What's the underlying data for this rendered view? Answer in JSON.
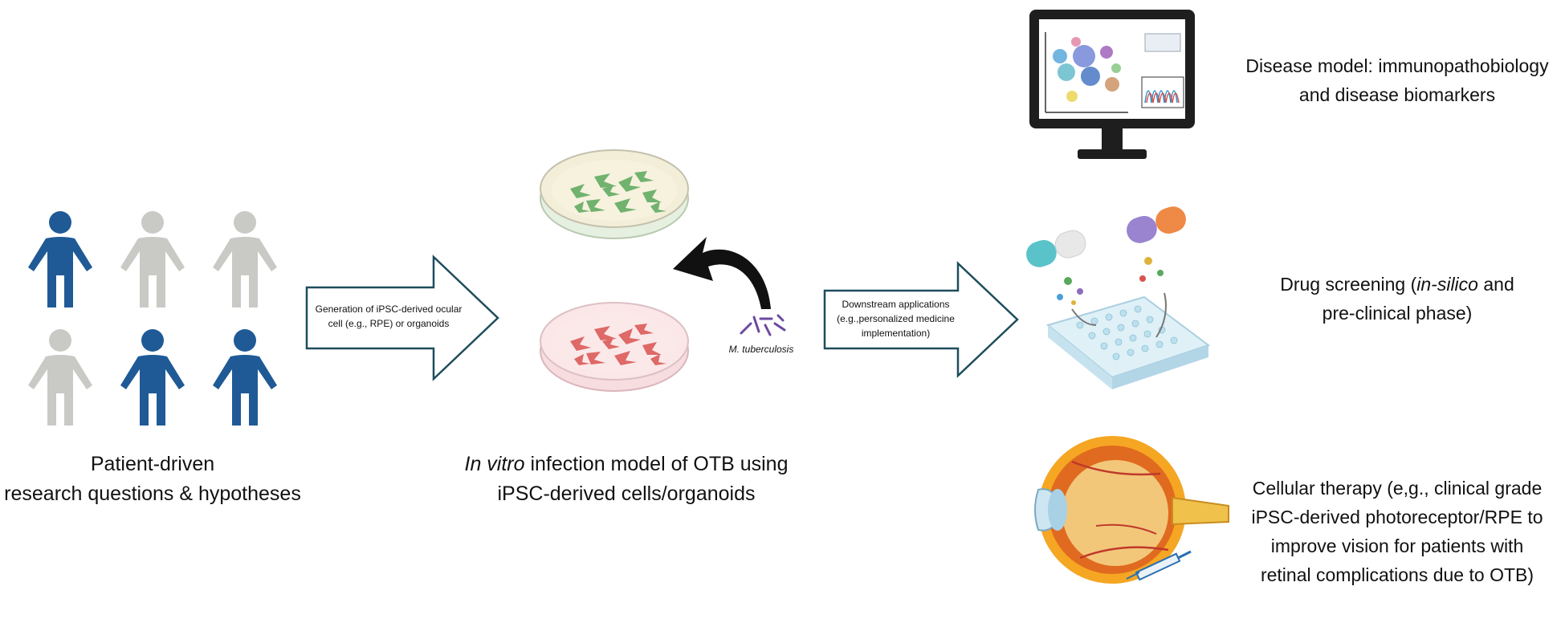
{
  "patients": {
    "caption_line1": "Patient-driven",
    "caption_line2": "research questions & hypotheses",
    "highlight_color": "#1f5a96",
    "neutral_color": "#c9c9c5"
  },
  "arrow1": {
    "line1": "Generation of iPSC-derived ocular",
    "line2": "cell (e.g., RPE) or organoids"
  },
  "model": {
    "caption_italic": "In vitro",
    "caption_rest": " infection model of OTB using",
    "caption_line2": "iPSC-derived cells/organoids",
    "pathogen_label": "M. tuberculosis"
  },
  "arrow2": {
    "line1": "Downstream applications",
    "line2": "(e.g.,personalized medicine",
    "line3": "implementation)"
  },
  "applications": {
    "disease_model_line1": "Disease model: immunopathobiology",
    "disease_model_line2": "and disease biomarkers",
    "drug_prefix": "Drug screening (",
    "drug_italic": "in-silico",
    "drug_suffix": " and",
    "drug_line2": "pre-clinical phase)",
    "therapy_line1": "Cellular therapy (e,g., clinical grade",
    "therapy_line2": "iPSC-derived photoreceptor/RPE to",
    "therapy_line3": "improve vision for patients with",
    "therapy_line4": "retinal complications due to OTB)"
  },
  "colors": {
    "arrow_outline": "#1e4d5c",
    "green_cells": "#5aa85c",
    "red_cells": "#d9534f"
  }
}
